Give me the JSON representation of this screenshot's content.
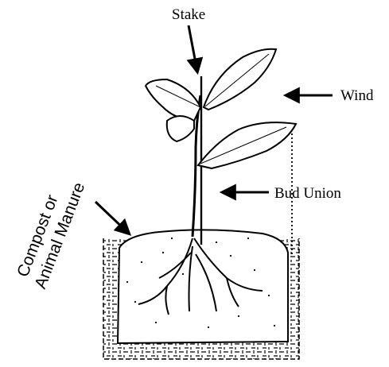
{
  "labels": {
    "stake": "Stake",
    "wind": "Wind",
    "bud_union": "Bud Union",
    "compost_line1": "Compost or",
    "compost_line2": "Animal Manure"
  },
  "colors": {
    "ink": "#000000",
    "background": "#ffffff"
  }
}
